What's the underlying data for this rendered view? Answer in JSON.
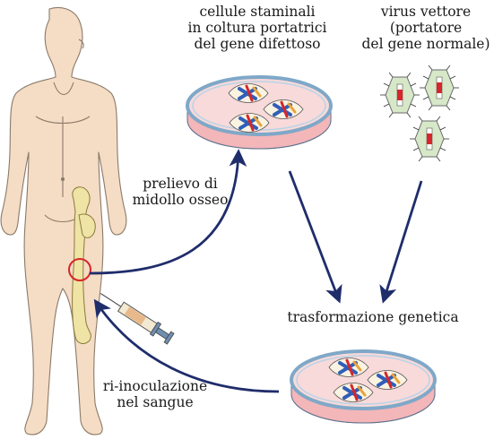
{
  "labels": {
    "stem_cells": [
      "cellule staminali",
      "in coltura portatrici",
      "del gene difettoso"
    ],
    "virus": [
      "virus vettore",
      "(portatore",
      "del gene normale)"
    ],
    "bone_marrow": [
      "prelievo di",
      "midollo osseo"
    ],
    "transformation": "trasformazione genetica",
    "reinoculation": [
      "ri-inoculazione",
      "nel sangue"
    ]
  },
  "colors": {
    "arrow": "#1f2d6b",
    "dish_rim": "#7fa8c8",
    "dish_fill": "#f8dada",
    "skin": "#f5dcc4",
    "bone": "#efe3a6",
    "highlight_circle": "#d7262b",
    "virus_fill": "#d6e8c8",
    "gene_red": "#d7262b",
    "gene_blue": "#2f5fb8"
  }
}
